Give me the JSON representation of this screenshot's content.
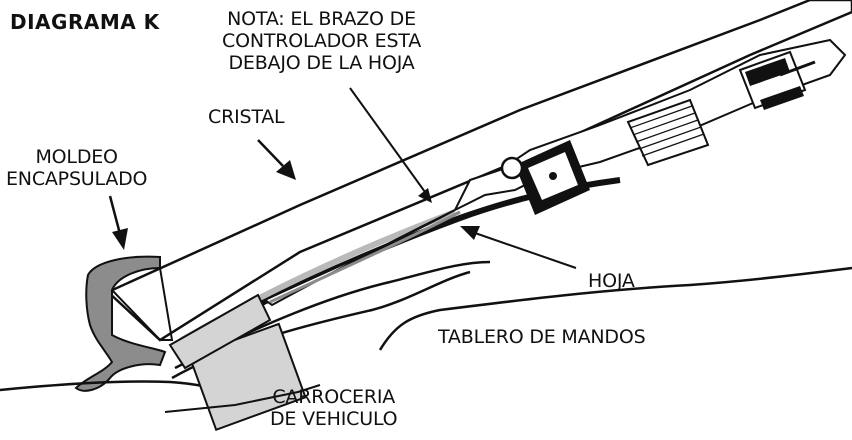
{
  "title": "DIAGRAMA K",
  "labels": {
    "note_line1": "NOTA: EL BRAZO DE",
    "note_line2": "CONTROLADOR ESTA",
    "note_line3": "DEBAJO DE LA HOJA",
    "cristal": "CRISTAL",
    "moldeo_line1": "MOLDEO",
    "moldeo_line2": "ENCAPSULADO",
    "hoja": "HOJA",
    "tablero": "TABLERO DE MANDOS",
    "carroceria_line1": "CARROCERIA",
    "carroceria_line2": "DE VEHICULO"
  },
  "colors": {
    "ink": "#111111",
    "molding": "#8c8c8c",
    "light_gray": "#d4d4d4",
    "blade_gray": "#b9b9b9"
  }
}
